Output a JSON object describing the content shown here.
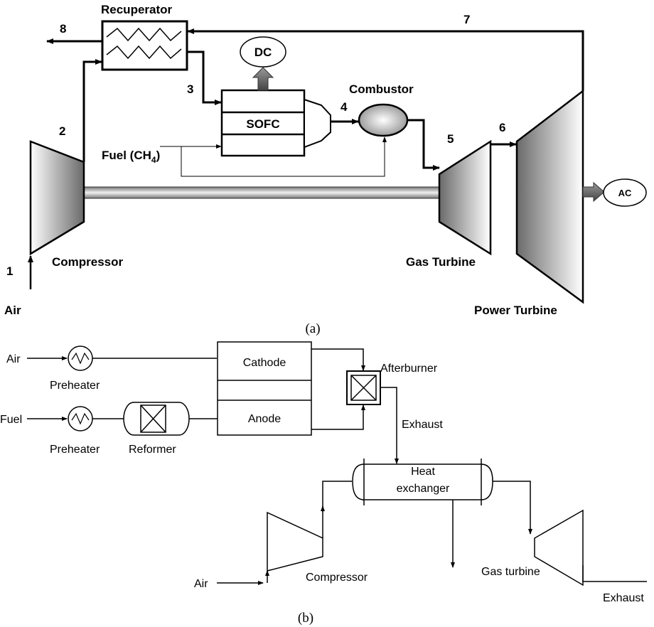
{
  "part_a": {
    "caption": "(a)",
    "recuperator": "Recuperator",
    "dc": "DC",
    "ac": "AC",
    "sofc": "SOFC",
    "combustor": "Combustor",
    "fuel_prefix": "Fuel (CH",
    "fuel_sub": "4",
    "fuel_suffix": ")",
    "compressor": "Compressor",
    "gas_turbine": "Gas Turbine",
    "power_turbine": "Power Turbine",
    "air": "Air",
    "stream_numbers": {
      "s1": "1",
      "s2": "2",
      "s3": "3",
      "s4": "4",
      "s5": "5",
      "s6": "6",
      "s7": "7",
      "s8": "8"
    }
  },
  "part_b": {
    "caption": "(b)",
    "air_in": "Air",
    "fuel_in": "Fuel",
    "preheater_air": "Preheater",
    "preheater_fuel": "Preheater",
    "reformer": "Reformer",
    "cathode": "Cathode",
    "anode": "Anode",
    "afterburner": "Afterburner",
    "exhaust_mid": "Exhaust",
    "heat_exchanger_line1": "Heat",
    "heat_exchanger_line2": "exchanger",
    "air_compressor_in": "Air",
    "compressor": "Compressor",
    "gas_turbine": "Gas turbine",
    "exhaust_out": "Exhaust"
  }
}
